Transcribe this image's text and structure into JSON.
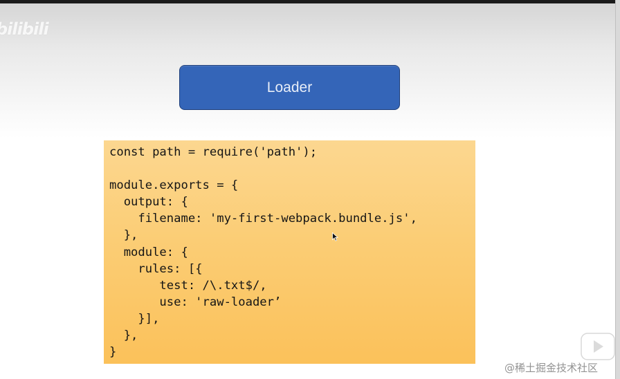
{
  "watermark_top_left": "bilibili",
  "slide": {
    "title": "Loader",
    "code_lines": [
      "const path = require('path');",
      "",
      "module.exports = {",
      "  output: {",
      "    filename: 'my-first-webpack.bundle.js',",
      "  },",
      "  module: {",
      "    rules: [{",
      "       test: /\\.txt$/,",
      "       use: 'raw-loader’",
      "    }],",
      "  },",
      "}"
    ]
  },
  "watermark_bottom_right": "@稀土掘金技术社区",
  "icons": {
    "cursor": "mouse-pointer-icon",
    "play": "play-icon"
  },
  "colors": {
    "title_box": "#3465b8",
    "code_box_top": "#fcd790",
    "code_box_bottom": "#fbc15a"
  }
}
